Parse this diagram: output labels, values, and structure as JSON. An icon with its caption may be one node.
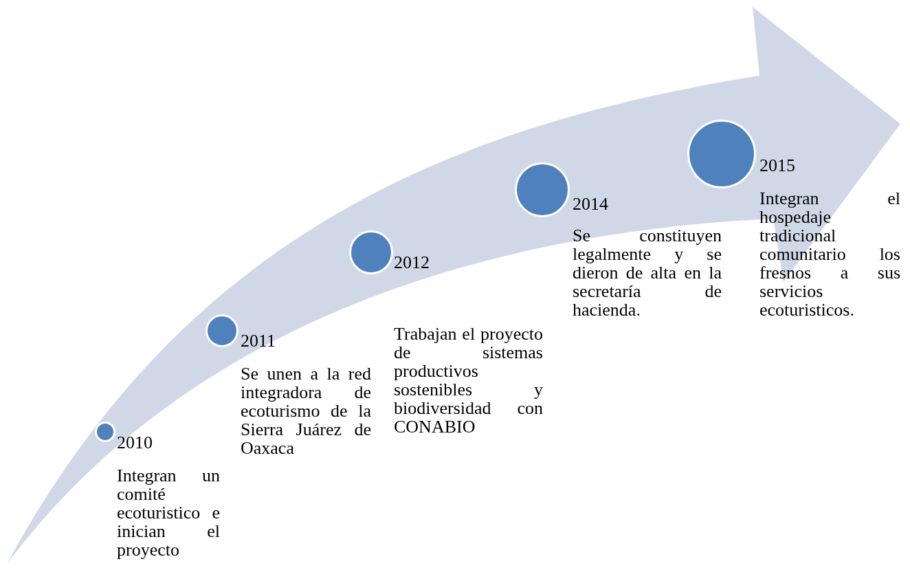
{
  "diagram": {
    "nodes": [
      {
        "text": [],
        "shape": "circle"
      },
      {
        "text": [
          "2010",
          "Integran un comité ecoturistico e inician el proyecto"
        ]
      },
      {
        "text": [],
        "shape": "circle"
      },
      {
        "text": [
          "2011",
          "Se unen a la red integradora de ecoturismo de la Sierra Juárez de Oaxaca"
        ]
      },
      {
        "text": [],
        "shape": "circle"
      },
      {
        "text": [
          "2012",
          "Trabajan el proyecto de sistemas productivos sostenibles y biodiversidad con CONABIO"
        ]
      },
      {
        "text": [],
        "shape": "circle"
      },
      {
        "text": [
          "2014",
          "Se constituyen legalmente y se dieron de alta en la secretaría de hacienda."
        ]
      },
      {
        "text": [],
        "shape": "circle"
      },
      {
        "text": [
          "2015",
          "Integran el hospedaje tradicional comunitario los fresnos a sus servicios ecoturisticos."
        ]
      }
    ]
  }
}
